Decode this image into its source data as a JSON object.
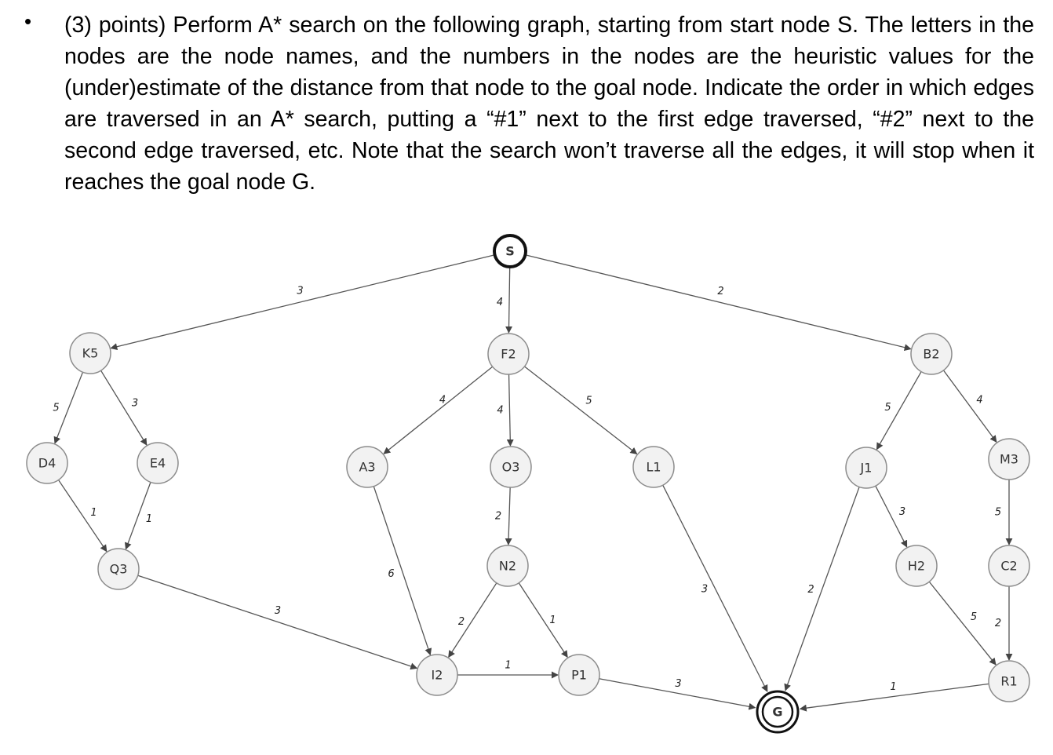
{
  "question": {
    "bullet": "•",
    "text": "(3) points) Perform A* search on the following graph, starting from start node S. The letters in the nodes are the node names, and the numbers in the nodes are the heuristic values for the (under)estimate of the distance from that node to the goal node. Indicate the order in which edges are traversed in an A* search, putting a “#1” next to the first edge traversed, “#2” next to the second edge traversed, etc. Note that the search won’t traverse all the edges, it will stop when it reaches the goal node G."
  },
  "graph": {
    "nodes": [
      {
        "id": "S",
        "label": "S",
        "style": "start"
      },
      {
        "id": "K",
        "label": "K5",
        "style": "normal"
      },
      {
        "id": "F",
        "label": "F2",
        "style": "normal"
      },
      {
        "id": "B",
        "label": "B2",
        "style": "normal"
      },
      {
        "id": "D",
        "label": "D4",
        "style": "normal"
      },
      {
        "id": "E",
        "label": "E4",
        "style": "normal"
      },
      {
        "id": "A",
        "label": "A3",
        "style": "normal"
      },
      {
        "id": "O",
        "label": "O3",
        "style": "normal"
      },
      {
        "id": "L",
        "label": "L1",
        "style": "normal"
      },
      {
        "id": "J",
        "label": "J1",
        "style": "normal"
      },
      {
        "id": "M",
        "label": "M3",
        "style": "normal"
      },
      {
        "id": "Q",
        "label": "Q3",
        "style": "normal"
      },
      {
        "id": "N",
        "label": "N2",
        "style": "normal"
      },
      {
        "id": "H",
        "label": "H2",
        "style": "normal"
      },
      {
        "id": "C",
        "label": "C2",
        "style": "normal"
      },
      {
        "id": "I",
        "label": "I2",
        "style": "normal"
      },
      {
        "id": "P",
        "label": "P1",
        "style": "normal"
      },
      {
        "id": "R",
        "label": "R1",
        "style": "normal"
      },
      {
        "id": "G",
        "label": "G",
        "style": "goal"
      }
    ],
    "edges": [
      {
        "from": "S",
        "to": "K",
        "weight": "3"
      },
      {
        "from": "S",
        "to": "F",
        "weight": "4"
      },
      {
        "from": "S",
        "to": "B",
        "weight": "2"
      },
      {
        "from": "K",
        "to": "D",
        "weight": "5"
      },
      {
        "from": "K",
        "to": "E",
        "weight": "3"
      },
      {
        "from": "D",
        "to": "Q",
        "weight": "1"
      },
      {
        "from": "E",
        "to": "Q",
        "weight": "1"
      },
      {
        "from": "Q",
        "to": "I",
        "weight": "3"
      },
      {
        "from": "F",
        "to": "A",
        "weight": "4"
      },
      {
        "from": "F",
        "to": "O",
        "weight": "4"
      },
      {
        "from": "F",
        "to": "L",
        "weight": "5"
      },
      {
        "from": "A",
        "to": "I",
        "weight": "6"
      },
      {
        "from": "O",
        "to": "N",
        "weight": "2"
      },
      {
        "from": "N",
        "to": "I",
        "weight": "2"
      },
      {
        "from": "N",
        "to": "P",
        "weight": "1"
      },
      {
        "from": "I",
        "to": "P",
        "weight": "1"
      },
      {
        "from": "P",
        "to": "G",
        "weight": "3"
      },
      {
        "from": "L",
        "to": "G",
        "weight": "3"
      },
      {
        "from": "J",
        "to": "G",
        "weight": "2"
      },
      {
        "from": "B",
        "to": "J",
        "weight": "5"
      },
      {
        "from": "B",
        "to": "M",
        "weight": "4"
      },
      {
        "from": "J",
        "to": "H",
        "weight": "3"
      },
      {
        "from": "M",
        "to": "C",
        "weight": "5"
      },
      {
        "from": "H",
        "to": "R",
        "weight": "5"
      },
      {
        "from": "C",
        "to": "R",
        "weight": "2"
      },
      {
        "from": "R",
        "to": "G",
        "weight": "1"
      }
    ]
  }
}
